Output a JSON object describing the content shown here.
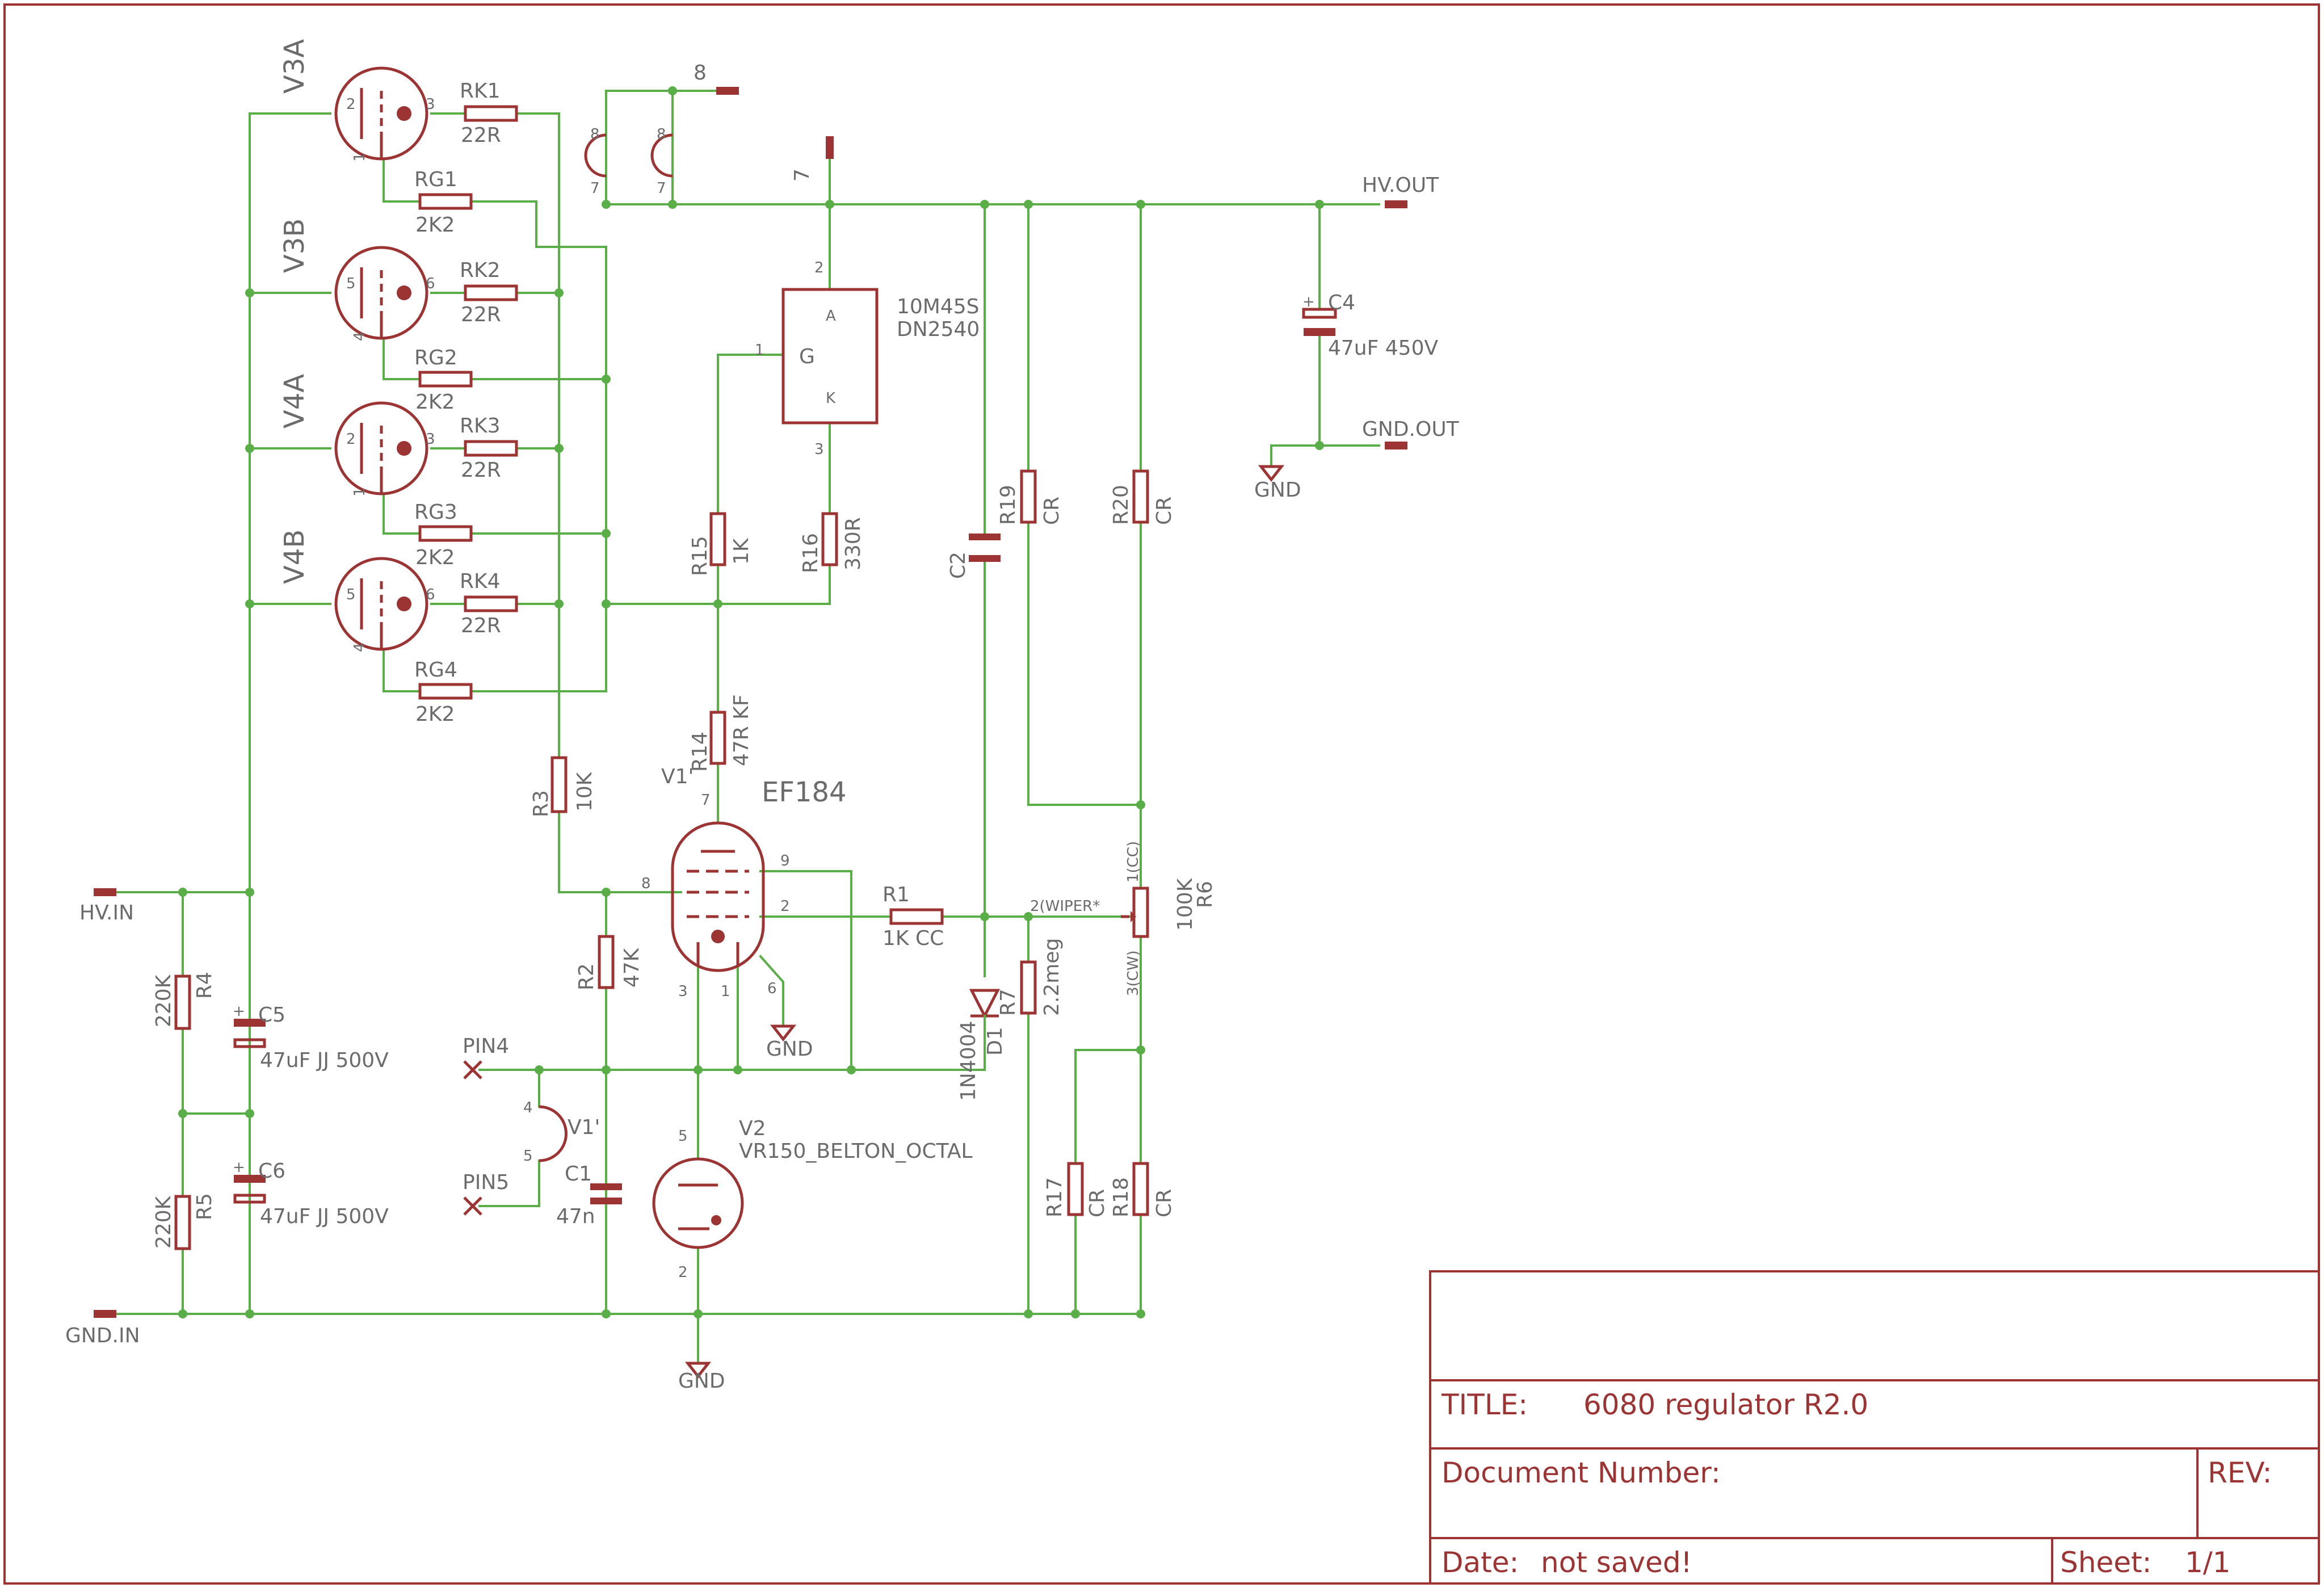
{
  "sheet": {
    "title_label": "TITLE:",
    "title": "6080 regulator R2.0",
    "docnum_label": "Document Number:",
    "rev_label": "REV:",
    "date_label": "Date:",
    "date_value": "not saved!",
    "sheet_label": "Sheet:",
    "sheet_value": "1/1"
  },
  "nets": {
    "hv_in": "HV.IN",
    "gnd_in": "GND.IN",
    "hv_out": "HV.OUT",
    "gnd_out": "GND.OUT",
    "gnd": "GND",
    "pin4": "PIN4",
    "pin5": "PIN5",
    "heater8": "8",
    "heater7": "7"
  },
  "tubes": [
    {
      "name": "V3A",
      "pin_left": "2",
      "pin_right": "3",
      "pin_bottom": "1"
    },
    {
      "name": "V3B",
      "pin_left": "5",
      "pin_right": "6",
      "pin_bottom": "4"
    },
    {
      "name": "V4A",
      "pin_left": "2",
      "pin_right": "3",
      "pin_bottom": "1"
    },
    {
      "name": "V4B",
      "pin_left": "5",
      "pin_right": "6",
      "pin_bottom": "4"
    }
  ],
  "resistors": {
    "rk": [
      {
        "name": "RK1",
        "value": "22R"
      },
      {
        "name": "RK2",
        "value": "22R"
      },
      {
        "name": "RK3",
        "value": "22R"
      },
      {
        "name": "RK4",
        "value": "22R"
      }
    ],
    "rg": [
      {
        "name": "RG1",
        "value": "2K2"
      },
      {
        "name": "RG2",
        "value": "2K2"
      },
      {
        "name": "RG3",
        "value": "2K2"
      },
      {
        "name": "RG4",
        "value": "2K2"
      }
    ],
    "r1": {
      "name": "R1",
      "value": "1K CC"
    },
    "r2": {
      "name": "R2",
      "value": "47K"
    },
    "r3": {
      "name": "R3",
      "value": "10K"
    },
    "r4": {
      "name": "R4",
      "value": "220K"
    },
    "r5": {
      "name": "R5",
      "value": "220K"
    },
    "r6": {
      "name": "R6",
      "value": "100K"
    },
    "r7": {
      "name": "R7",
      "value": "2.2meg"
    },
    "r14": {
      "name": "R14",
      "value": "47R KF"
    },
    "r15": {
      "name": "R15",
      "value": "1K"
    },
    "r16": {
      "name": "R16",
      "value": "330R"
    },
    "r17": {
      "name": "R17",
      "value": "CR"
    },
    "r18": {
      "name": "R18",
      "value": "CR"
    },
    "r19": {
      "name": "R19",
      "value": "CR"
    },
    "r20": {
      "name": "R20",
      "value": "CR"
    }
  },
  "caps": {
    "c1": {
      "name": "C1",
      "value": "47n"
    },
    "c2": {
      "name": "C2",
      "value": ""
    },
    "c4": {
      "name": "C4",
      "value": "47uF 450V"
    },
    "c5": {
      "name": "C5",
      "value": "47uF JJ 500V"
    },
    "c6": {
      "name": "C6",
      "value": "47uF JJ 500V"
    }
  },
  "mosfet": {
    "line1": "10M45S",
    "line2": "DN2540",
    "g": "G",
    "a": "A",
    "k": "K",
    "pin1": "1",
    "pin2": "2",
    "pin3": "3"
  },
  "pentode": {
    "name": "V1'",
    "type": "EF184",
    "pin7": "7",
    "pin9": "9",
    "pin8": "8",
    "pin2": "2",
    "pin3": "3",
    "pin1": "1",
    "pin6": "6"
  },
  "heater": {
    "name": "V1'",
    "pin4": "4",
    "pin5": "5"
  },
  "vr150": {
    "name": "V2",
    "type": "VR150_BELTON_OCTAL",
    "pin5": "5",
    "pin2": "2"
  },
  "diode": {
    "name": "D1",
    "type": "1N4004"
  },
  "pot": {
    "wiper": "2(WIPER*",
    "cc": "1(CC)",
    "cw": "3(CW)"
  },
  "heater_pins": {
    "a8": "8",
    "a7": "7",
    "b8": "8",
    "b7": "7"
  },
  "colors": {
    "wire": "#5aae48",
    "symbol": "#9c3434",
    "text": "#6b6b6b"
  }
}
